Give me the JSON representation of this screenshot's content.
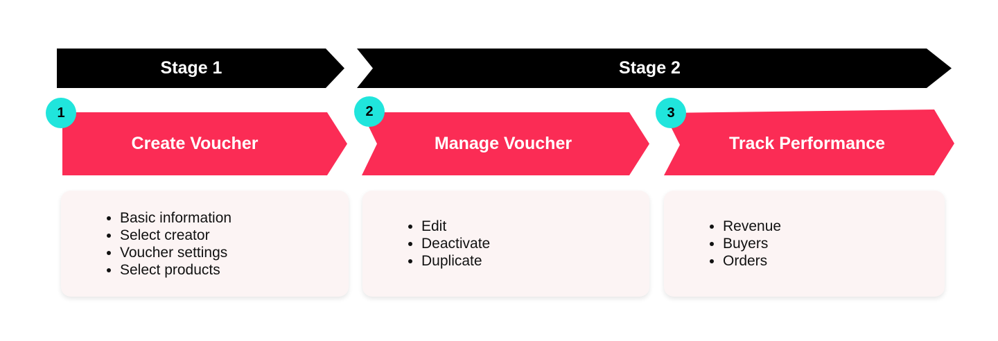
{
  "colors": {
    "pink": "#FB2C55",
    "cyan": "#20E5DC",
    "banner": "#000000",
    "card_bg": "#FCF4F4",
    "text": "#111111",
    "white": "#FFFFFF"
  },
  "stages": [
    {
      "label": "Stage 1"
    },
    {
      "label": "Stage 2"
    }
  ],
  "steps": [
    {
      "number": "1",
      "title": "Create Voucher",
      "items": [
        "Basic information",
        "Select creator",
        "Voucher settings",
        "Select products"
      ]
    },
    {
      "number": "2",
      "title": "Manage Voucher",
      "items": [
        "Edit",
        "Deactivate",
        "Duplicate"
      ]
    },
    {
      "number": "3",
      "title": "Track Performance",
      "items": [
        "Revenue",
        "Buyers",
        "Orders"
      ]
    }
  ]
}
